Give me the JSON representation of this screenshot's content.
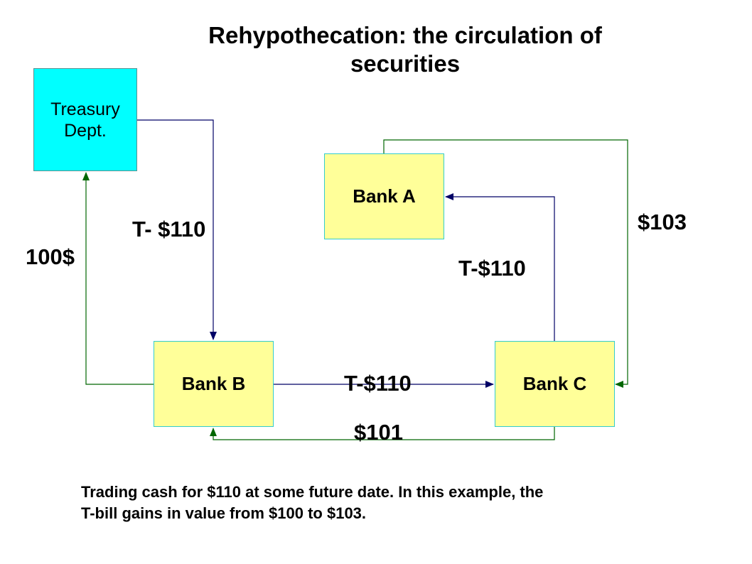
{
  "title_line1": "Rehypothecation:  the circulation of",
  "title_line2": "securities",
  "nodes": {
    "treasury_line1": "Treasury",
    "treasury_line2": "Dept.",
    "bank_a": "Bank A",
    "bank_b": "Bank B",
    "bank_c": "Bank C"
  },
  "edge_labels": {
    "treasury_to_b": "T- $110",
    "b_to_treasury": "100$",
    "b_to_c": "T-$110",
    "c_to_b": "$101",
    "c_to_a": "T-$110",
    "a_to_c": "$103"
  },
  "caption_line1": "Trading cash for $110 at some future date. In this example, the",
  "caption_line2": "T-bill gains in value from $100 to $103.",
  "colors": {
    "security_flow": "#000066",
    "cash_flow": "#006600",
    "bank_fill": "#ffff99",
    "treasury_fill": "#00ffff",
    "box_border": "#33cccc"
  }
}
